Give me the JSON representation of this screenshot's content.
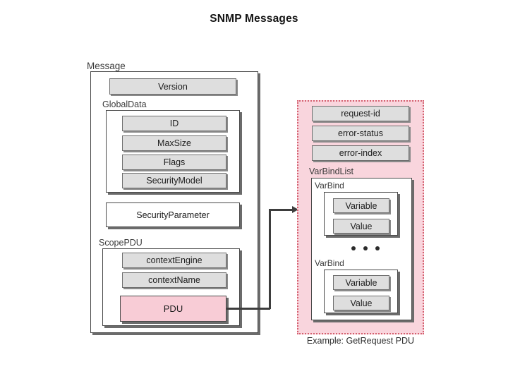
{
  "title": "SNMP Messages",
  "message": {
    "label": "Message",
    "version_field": "Version",
    "global_data": {
      "label": "GlobalData",
      "fields": [
        "ID",
        "MaxSize",
        "Flags",
        "SecurityModel"
      ]
    },
    "security_parameter_field": "SecurityParameter",
    "scope_pdu": {
      "label": "ScopePDU",
      "fields": [
        "contextEngine",
        "contextName"
      ],
      "pdu_field": "PDU"
    }
  },
  "pdu_detail": {
    "fields": [
      "request-id",
      "error-status",
      "error-index"
    ],
    "var_bind_list": {
      "label": "VarBindList",
      "var_binds": [
        {
          "label": "VarBind",
          "fields": [
            "Variable",
            "Value"
          ]
        },
        {
          "label": "VarBind",
          "fields": [
            "Variable",
            "Value"
          ]
        }
      ],
      "ellipsis": "• • •"
    },
    "caption": "Example: GetRequest PDU"
  },
  "colors": {
    "pink_panel_bg": "#f9d5dd",
    "pink_panel_border": "#d4606f",
    "pdu_pink": "#f8ccd6",
    "field_gray": "#dedede",
    "outline": "#4a4a4a",
    "shadow": "#6b6b6b"
  }
}
